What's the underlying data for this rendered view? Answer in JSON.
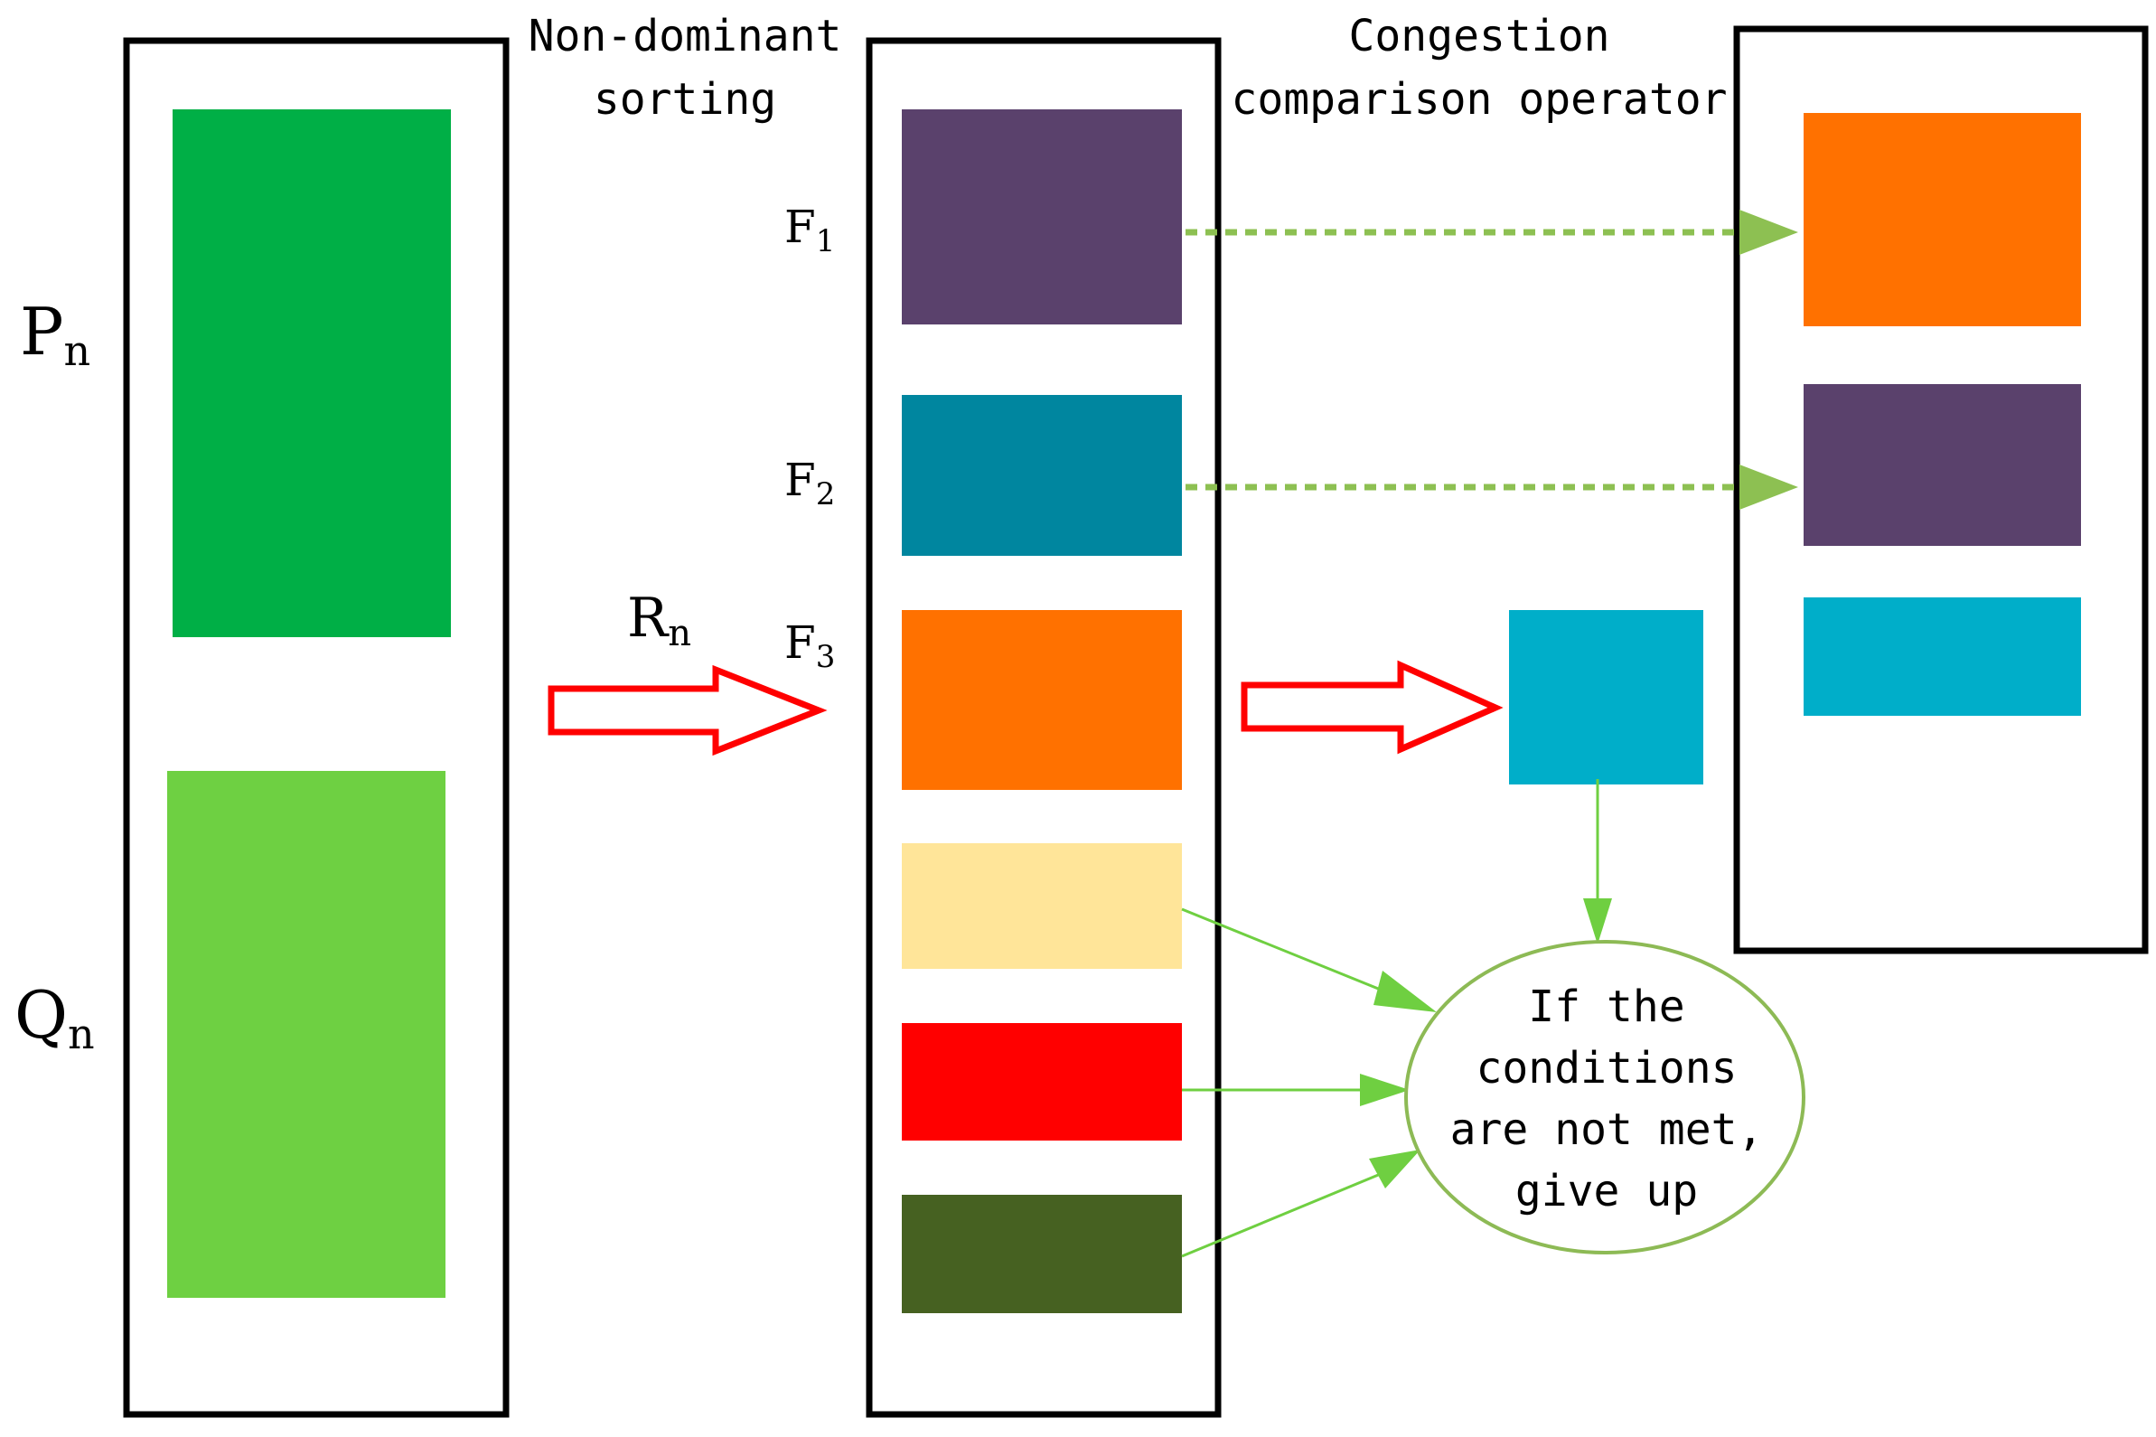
{
  "labels": {
    "step1_line1": "Non-dominant",
    "step1_line2": "sorting",
    "step2_line1": "Congestion",
    "step2_line2": "comparison operator",
    "p_main": "P",
    "p_sub": "n",
    "q_main": "Q",
    "q_sub": "n",
    "r_main": "R",
    "r_sub": "n",
    "f1_main": "F",
    "f1_sub": "1",
    "f2_main": "F",
    "f2_sub": "2",
    "f3_main": "F",
    "f3_sub": "3",
    "reject_line1": "If the",
    "reject_line2": "conditions",
    "reject_line3": "are not met,",
    "reject_line4": "give up"
  },
  "colors": {
    "p_block": "#00AF46",
    "q_block": "#6ED042",
    "purple": "#5A416C",
    "teal": "#00869F",
    "orange": "#FF7100",
    "light_yellow": "#FFE599",
    "red": "#FF0000",
    "dark_green": "#466121",
    "cyan": "#00AEC9",
    "dotted_arrow": "#8DC052",
    "green_arrow": "#6FCF41",
    "big_arrow": "#FF0000",
    "ellipse_stroke": "#8DBA55",
    "frame": "#000000"
  }
}
